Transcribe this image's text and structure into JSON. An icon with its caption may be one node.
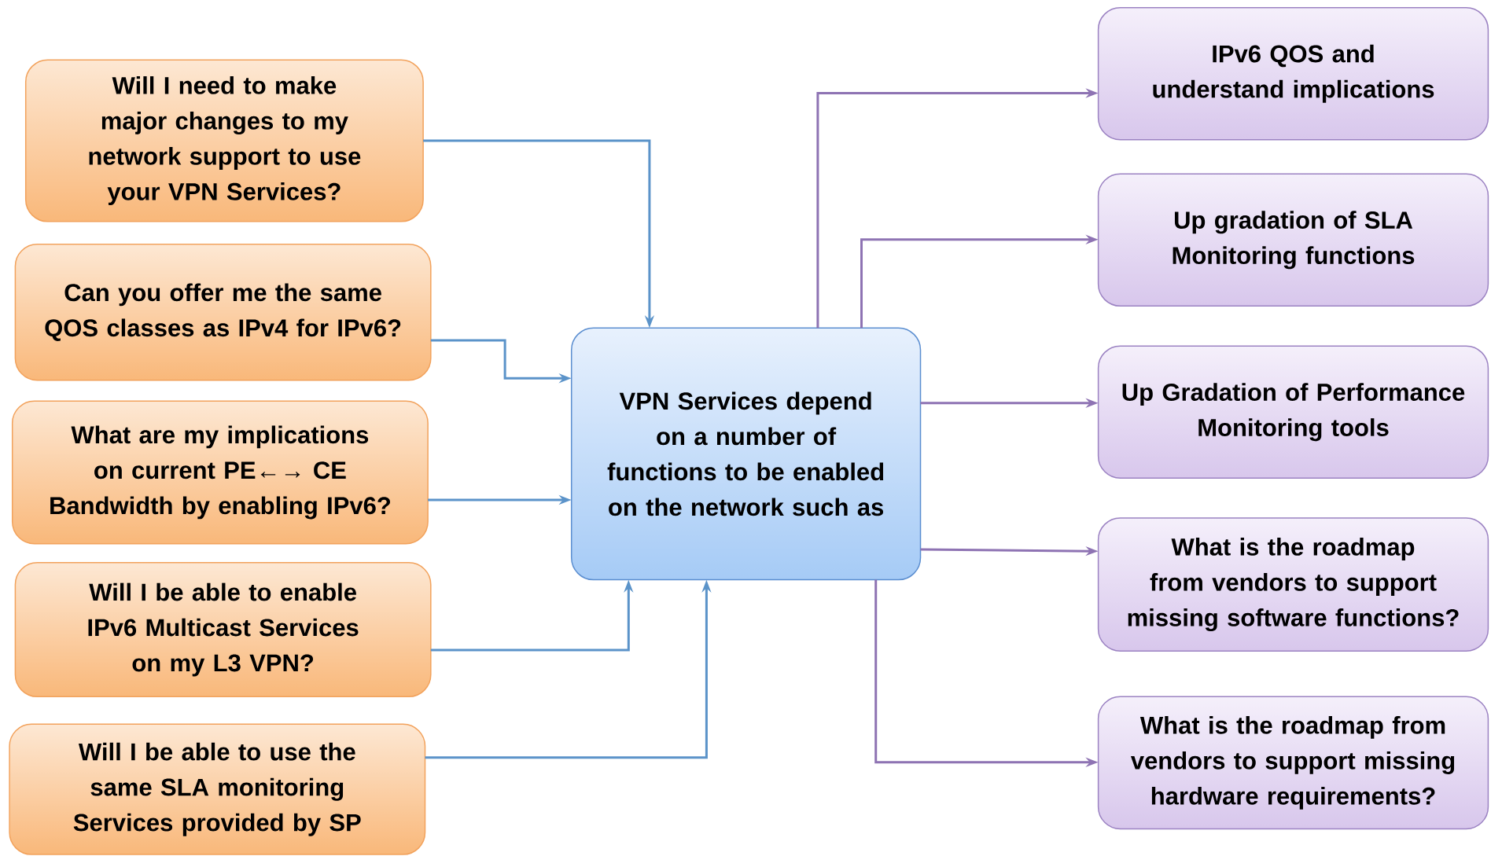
{
  "diagram": {
    "nodes": [
      {
        "text": [
          "Will I need to make major changes to my network support to use your VPN Services?"
        ]
      },
      {
        "text": [
          "Can you offer me the same QOS classes as IPv4 for IPv6?"
        ]
      },
      {
        "text": [
          "What are my implications on current PE←→ CE Bandwidth by enabling IPv6?"
        ]
      },
      {
        "text": [
          "Will I be able to enable IPv6 Multicast Services on my L3 VPN?"
        ]
      },
      {
        "text": [
          "Will I be able to use the same SLA monitoring Services provided by SP"
        ]
      },
      {
        "text": [
          "VPN Services depend on a number of functions to be enabled on the network such as"
        ]
      },
      {
        "text": [
          "IPv6 QOS and understand implications"
        ]
      },
      {
        "text": [
          "Up gradation of SLA Monitoring functions"
        ]
      },
      {
        "text": [
          "Up Gradation of Performance Monitoring tools"
        ]
      },
      {
        "text": [
          "What is the roadmap from vendors to support missing software functions?"
        ]
      },
      {
        "text": [
          "What is the roadmap from vendors to support missing hardware requirements?"
        ]
      }
    ],
    "edges": [
      {
        "from": 0,
        "to": 5,
        "arrow": "to",
        "color": "#5b93c9"
      },
      {
        "from": 1,
        "to": 5,
        "arrow": "to",
        "color": "#5b93c9"
      },
      {
        "from": 2,
        "to": 5,
        "arrow": "to",
        "color": "#5b93c9"
      },
      {
        "from": 3,
        "to": 5,
        "arrow": "to",
        "color": "#5b93c9"
      },
      {
        "from": 4,
        "to": 5,
        "arrow": "to",
        "color": "#5b93c9"
      },
      {
        "from": 5,
        "to": 6,
        "arrow": "to",
        "color": "#8e73b3"
      },
      {
        "from": 5,
        "to": 7,
        "arrow": "to",
        "color": "#8e73b3"
      },
      {
        "from": 5,
        "to": 8,
        "arrow": "to",
        "color": "#8e73b3"
      },
      {
        "from": 5,
        "to": 9,
        "arrow": "to",
        "color": "#8e73b3"
      },
      {
        "from": 5,
        "to": 10,
        "arrow": "to",
        "color": "#8e73b3"
      }
    ]
  }
}
